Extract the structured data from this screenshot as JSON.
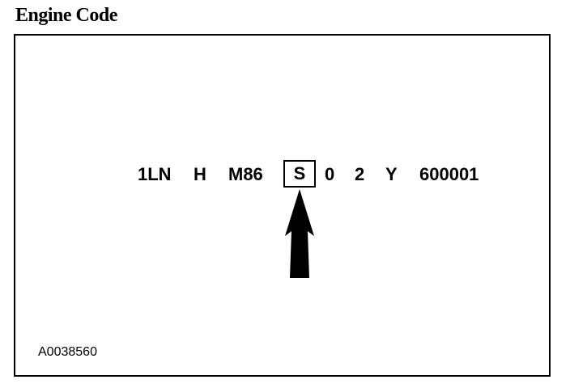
{
  "title": "Engine Code",
  "engine_code": {
    "segments": [
      "1LN",
      "H",
      "M86",
      "S",
      "0",
      "2",
      "Y",
      "600001"
    ],
    "highlighted_segment": "S"
  },
  "figure_id": "A0038560",
  "icons": {
    "pointer": "arrow-up-icon"
  }
}
